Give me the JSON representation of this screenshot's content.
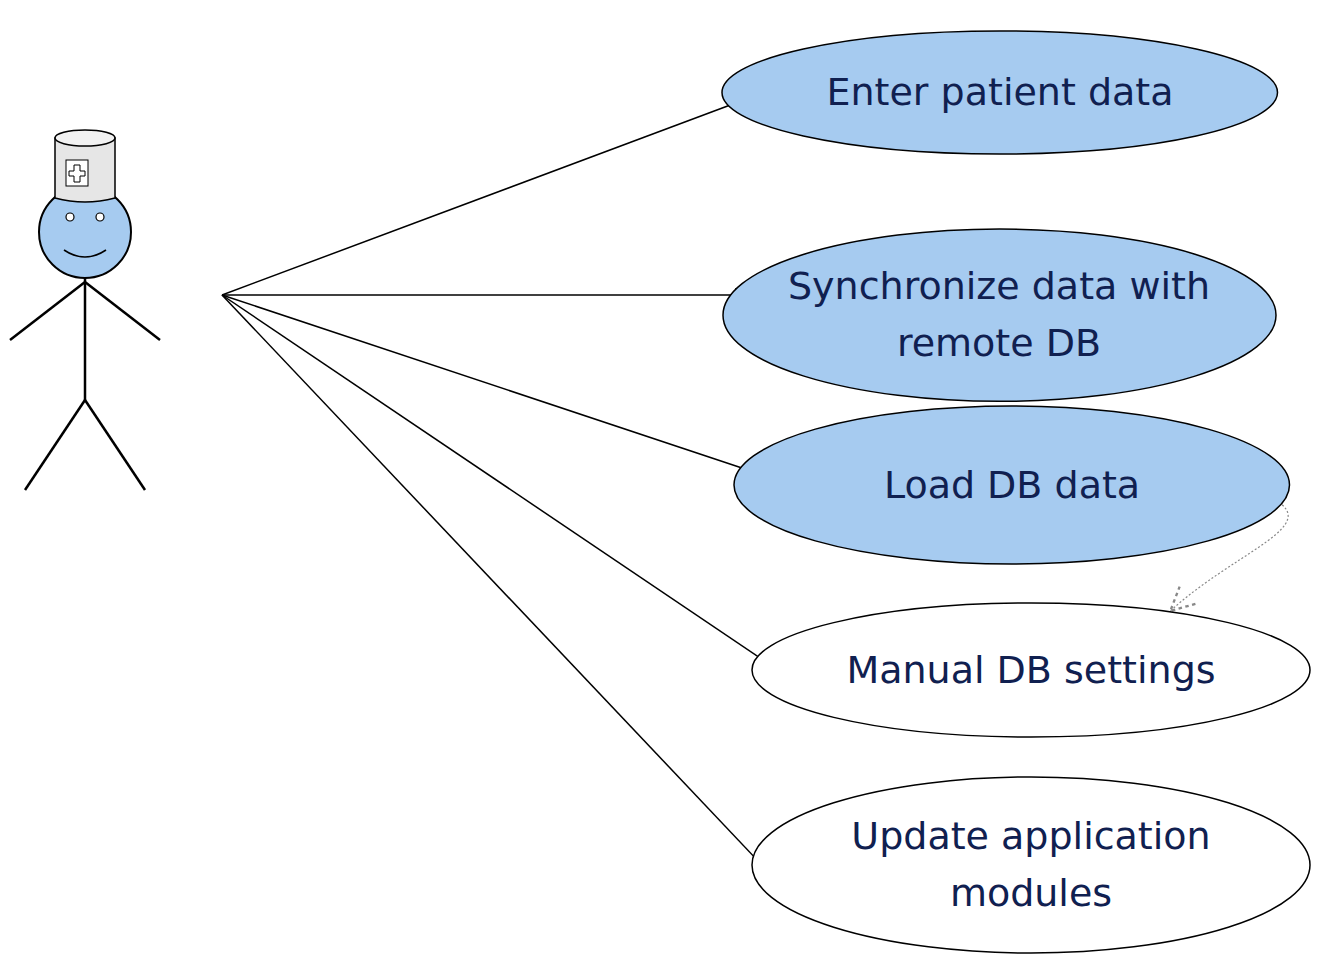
{
  "diagram": {
    "nodes": [
      {
        "text": [
          "Enter patient data"
        ]
      },
      {
        "text": [
          "Synchronize data with remote DB"
        ]
      },
      {
        "text": [
          "Load DB data"
        ]
      },
      {
        "text": [
          "Manual DB settings"
        ]
      },
      {
        "text": [
          "Update application modules"
        ]
      }
    ],
    "edges": [
      {
        "from": 2,
        "to": 3,
        "arrow": "to"
      }
    ]
  }
}
